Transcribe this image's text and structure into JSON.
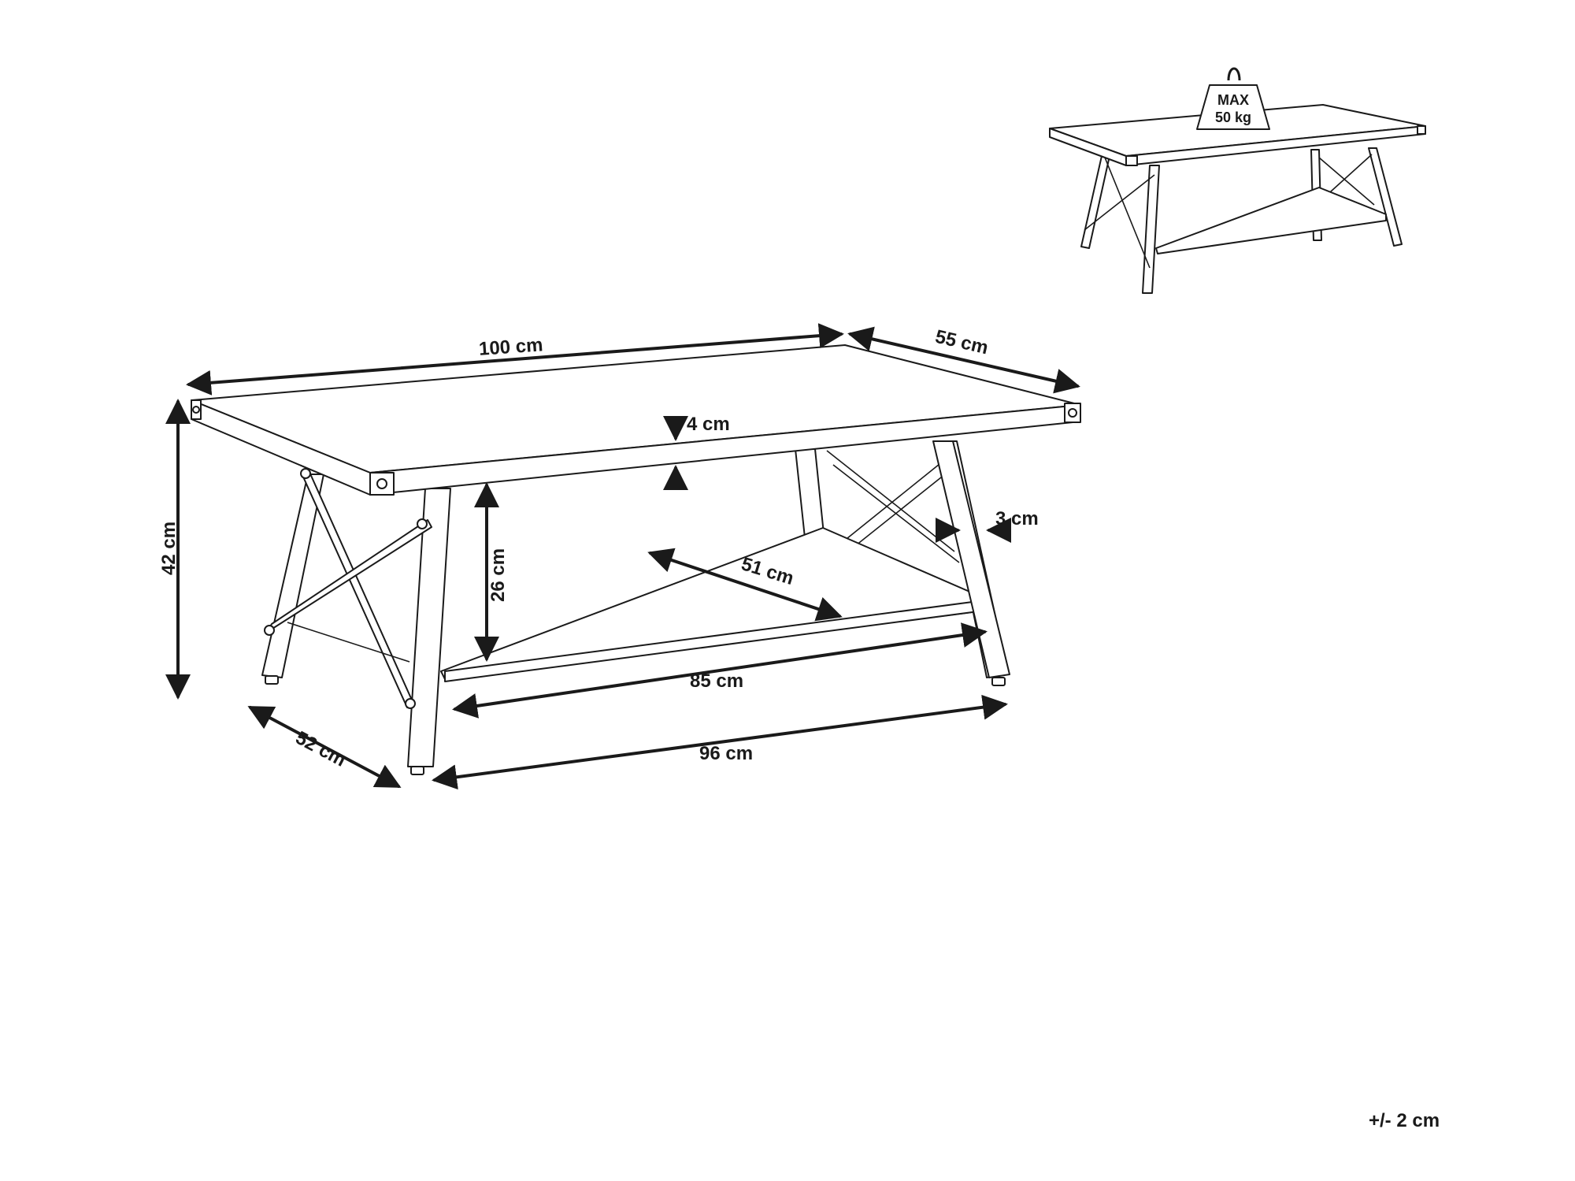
{
  "dimensions": {
    "top_length": "100 cm",
    "top_depth": "55 cm",
    "top_thickness": "4 cm",
    "total_height": "42 cm",
    "leg_width": "3 cm",
    "shelf_clearance": "26 cm",
    "shelf_depth": "51 cm",
    "shelf_length": "85 cm",
    "base_length": "96 cm",
    "base_depth": "52 cm"
  },
  "weight_badge": {
    "line1": "MAX",
    "line2": "50 kg"
  },
  "tolerance": "+/- 2 cm",
  "icons": [
    "weight-icon",
    "coffee-table-drawing",
    "coffee-table-thumbnail"
  ]
}
